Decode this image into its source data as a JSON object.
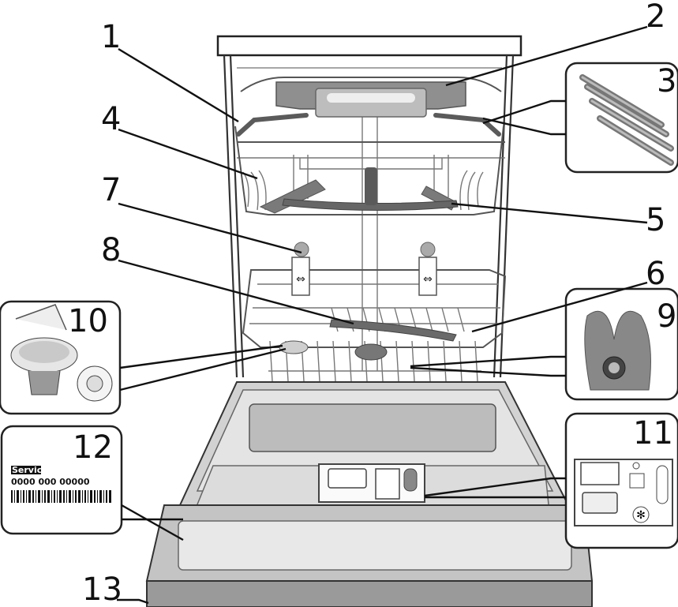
{
  "callouts": [
    "1",
    "2",
    "3",
    "4",
    "5",
    "6",
    "7",
    "8",
    "9",
    "10",
    "11",
    "12",
    "13"
  ],
  "service_label": {
    "title": "Service:",
    "number": "0000 000 00000"
  },
  "colors": {
    "outline": "#222222",
    "door": "#cfcfcf",
    "plinth": "#9a9a9a",
    "rack_parts": "#6e6e6e"
  }
}
